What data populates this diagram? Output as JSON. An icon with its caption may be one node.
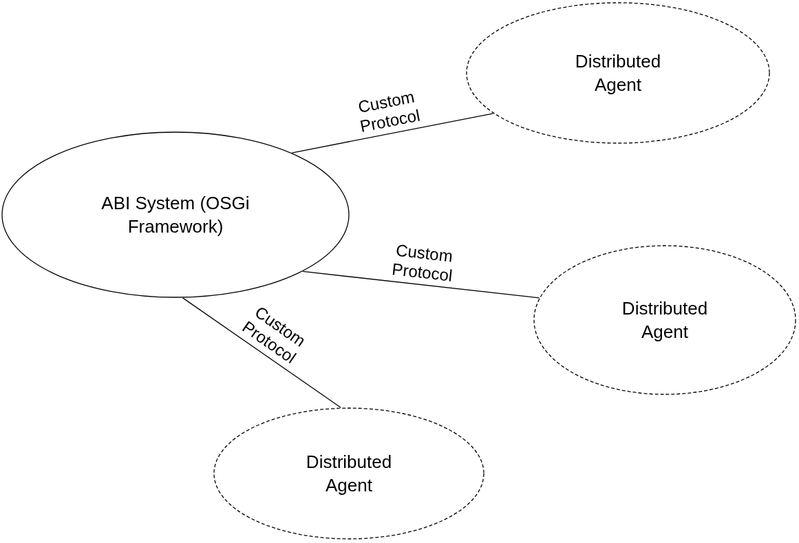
{
  "diagram": {
    "nodes": [
      {
        "text": [
          "ABI System (OSGi Framework)"
        ]
      },
      {
        "text": [
          "Distributed Agent"
        ]
      },
      {
        "text": [
          "Distributed Agent"
        ]
      },
      {
        "text": [
          "Distributed Agent"
        ]
      }
    ],
    "edges": [
      {
        "from": 0,
        "to": 1,
        "arrow": "none",
        "label": "Custom Protocol"
      },
      {
        "from": 0,
        "to": 2,
        "arrow": "none",
        "label": "Custom Protocol"
      },
      {
        "from": 0,
        "to": 3,
        "arrow": "none",
        "label": "Custom Protocol"
      }
    ]
  }
}
